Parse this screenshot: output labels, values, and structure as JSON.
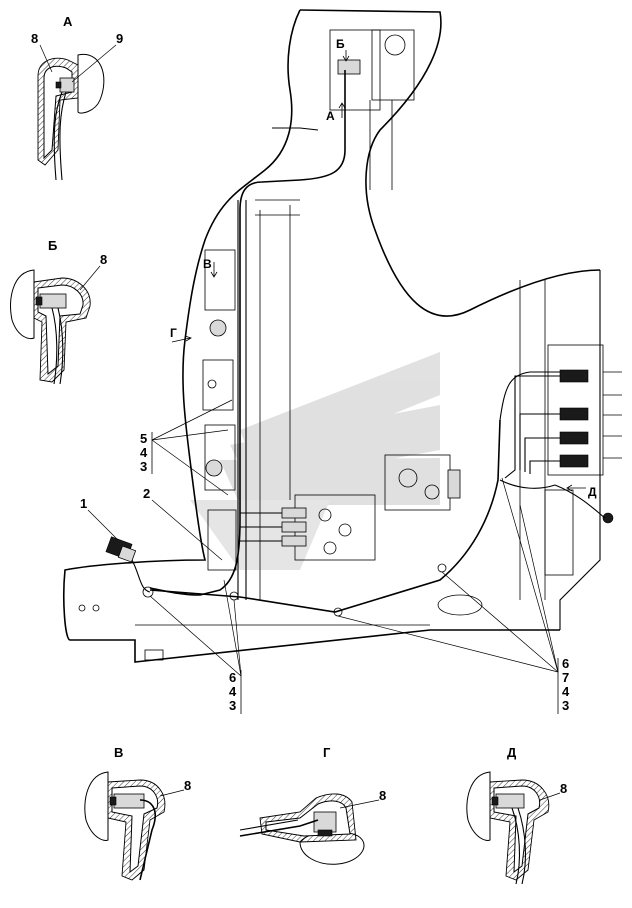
{
  "views": {
    "a": {
      "title": "А",
      "callouts": [
        "8",
        "9"
      ]
    },
    "b": {
      "title": "Б",
      "callouts": [
        "8"
      ]
    },
    "v": {
      "title": "В",
      "callouts": [
        "8"
      ]
    },
    "g": {
      "title": "Г",
      "callouts": [
        "8"
      ]
    },
    "d": {
      "title": "Д",
      "callouts": [
        "8"
      ]
    }
  },
  "main": {
    "view_marks": {
      "b": "Б",
      "a": "А",
      "v": "В",
      "g": "Г",
      "d": "Д"
    },
    "callouts": {
      "pos1": "1",
      "pos2": "2",
      "stack_left": [
        "5",
        "4",
        "3"
      ],
      "stack_bottom_mid": [
        "6",
        "4",
        "3"
      ],
      "stack_bottom_right": [
        "6",
        "7",
        "4",
        "3"
      ]
    }
  },
  "colors": {
    "line": "#000000",
    "background": "#ffffff",
    "watermark": "#c8c8c8"
  }
}
